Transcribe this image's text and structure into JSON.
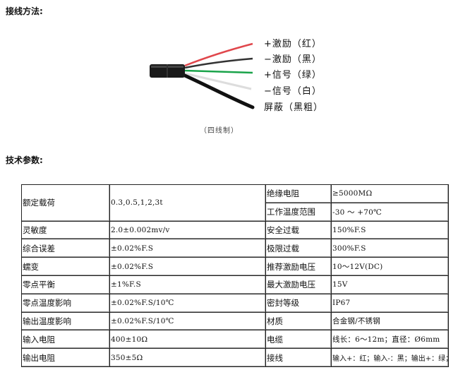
{
  "wiring": {
    "heading": "接线方法:",
    "labels": [
      "+激励（红）",
      "−激励（黑）",
      "+信号（绿）",
      "−信号（白）",
      "屏蔽（黑粗）"
    ],
    "caption": "（四线制）",
    "wire_colors": {
      "red": "#e0474c",
      "black": "#333333",
      "green": "#1aa34a",
      "white": "#dddddd",
      "shield": "#111111",
      "cable": "#1a1a1a"
    }
  },
  "specs": {
    "heading": "技术参数:",
    "rows": [
      {
        "left_label": "额定载荷",
        "left_value": "0.3,0.5,1,2,3t",
        "right_label": "绝缘电阻",
        "right_value": "≥5000MΩ"
      },
      {
        "right_label": "工作温度范围",
        "right_value": "-30 ～ +70℃"
      },
      {
        "left_label": "灵敏度",
        "left_value": "2.0±0.002mv/v",
        "right_label": "安全过载",
        "right_value": "150%F.S"
      },
      {
        "left_label": "综合误差",
        "left_value": "±0.02%F.S",
        "right_label": "极限过载",
        "right_value": "300%F.S"
      },
      {
        "left_label": "蠕变",
        "left_value": "±0.02%F.S",
        "right_label": "推荐激励电压",
        "right_value": "10～12V(DC)"
      },
      {
        "left_label": "零点平衡",
        "left_value": "±1%F.S",
        "right_label": "最大激励电压",
        "right_value": "15V"
      },
      {
        "left_label": "零点温度影响",
        "left_value": "±0.02%F.S/10℃",
        "right_label": "密封等级",
        "right_value": "IP67"
      },
      {
        "left_label": "输出温度影响",
        "left_value": "±0.02%F.S/10℃",
        "right_label": "材质",
        "right_value": "合金钢/不锈钢"
      },
      {
        "left_label": "输入电阻",
        "left_value": "400±10Ω",
        "right_label": "电缆",
        "right_value": "线长：6～12m；直径：Ø6mm"
      },
      {
        "left_label": "输出电阻",
        "left_value": "350±5Ω",
        "right_label": "接线",
        "right_value": "输入+：红；输入-：黑；输出+：绿；输出-：白"
      }
    ]
  }
}
